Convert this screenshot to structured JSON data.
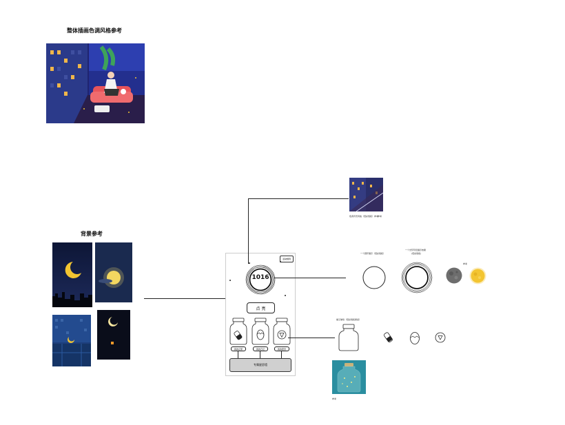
{
  "style_ref": {
    "title": "整体插画色调风格参考"
  },
  "bg_ref": {
    "title": "背景参考"
  },
  "phone": {
    "top_tag": "活动规则",
    "counter": "1016",
    "light_button": "点 亮",
    "jar_labels": [
      "我的记录",
      "我的日记",
      "我的愿望"
    ],
    "bottom_button": "专属星愿墙"
  },
  "annotations": {
    "panel_caption": "色调背景风格（低彩饱和）参考",
    "circle1_caption": "一个圆环展示（低彩饱和）",
    "circle2_caption": "一个光环环绕展示效果",
    "circle2_caption2": "(低彩饱和)",
    "moon_caption": "参考",
    "jar_caption": "罐子玻璃（低彩饱和质感）",
    "jar_ref_caption": "参考"
  },
  "colors": {
    "night_blue": "#1e2a6b",
    "sofa_red": "#e8545a",
    "moon_yellow": "#f3c531",
    "jar_teal": "#2a8ea0"
  }
}
